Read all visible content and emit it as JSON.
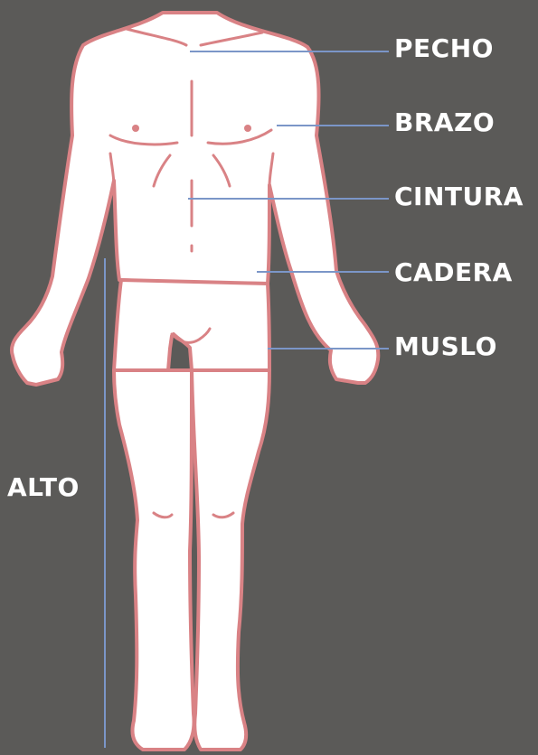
{
  "labels": {
    "chest": "PECHO",
    "arm": "BRAZO",
    "waist": "CINTURA",
    "hip": "CADERA",
    "thigh": "MUSLO",
    "height": "ALTO"
  },
  "colors": {
    "background": "#5b5a58",
    "body_fill": "#ffffff",
    "body_outline": "#d98285",
    "pointer_line": "#7b96c8",
    "label_text": "#ffffff"
  }
}
